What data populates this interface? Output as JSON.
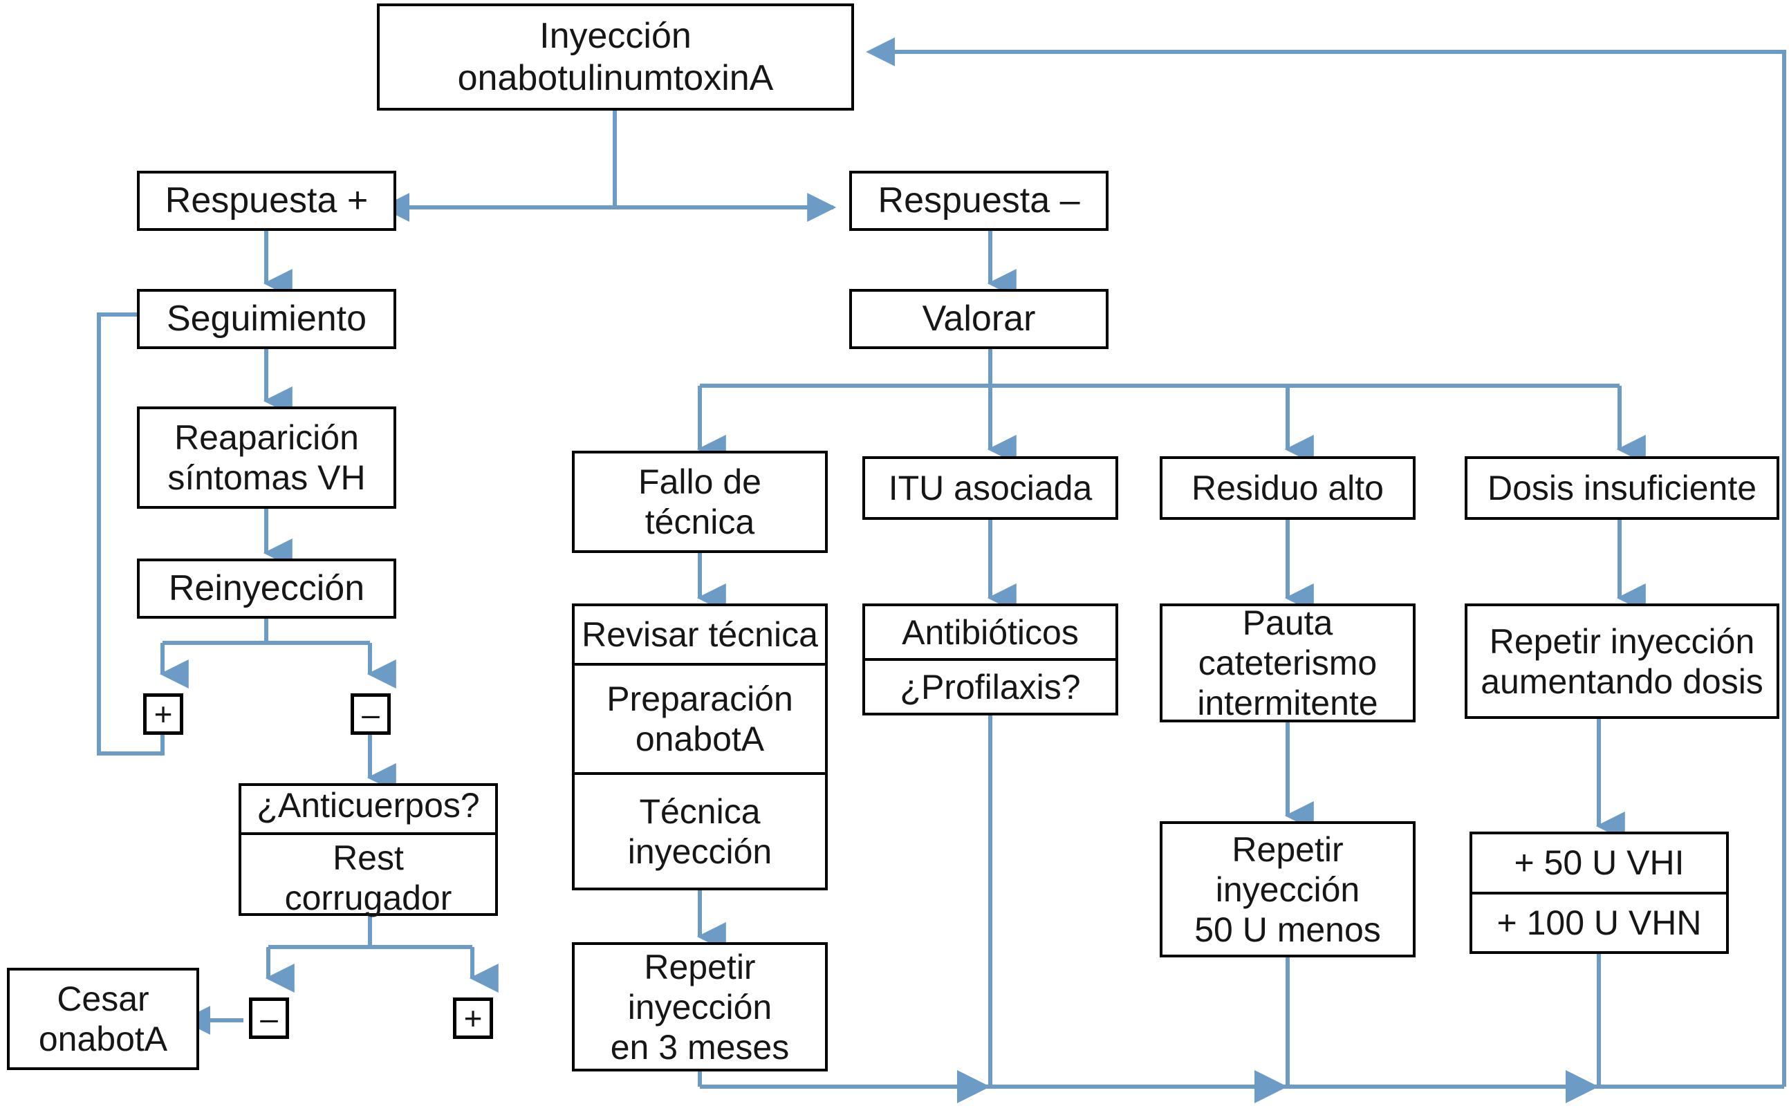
{
  "diagram": {
    "title": "Algoritmo de manejo de la inyeccion de onabotulinumtoxinA",
    "accent_color": "#6c9bc6",
    "box_border_color": "#000000",
    "text_color": "#161616",
    "background": "#ffffff"
  },
  "nodes": {
    "inyeccion": {
      "label": "Inyección\nonabotulinumtoxinA"
    },
    "respuesta_pos": {
      "label": "Respuesta +"
    },
    "respuesta_neg": {
      "label": "Respuesta –"
    },
    "seguimiento": {
      "label": "Seguimiento"
    },
    "valorar": {
      "label": "Valorar"
    },
    "reaparicion": {
      "label": "Reaparición\nsíntomas VH"
    },
    "reinyeccion": {
      "label": "Reinyección"
    },
    "sym_rein_plus": {
      "label": "+"
    },
    "sym_rein_minus": {
      "label": "–"
    },
    "anticuerpos": {
      "rows": [
        "¿Anticuerpos?",
        "Rest\ncorrugador"
      ]
    },
    "sym_anti_minus": {
      "label": "–"
    },
    "sym_anti_plus": {
      "label": "+"
    },
    "cesar": {
      "label": "Cesar\nonabotA"
    },
    "fallo_tecnica": {
      "label": "Fallo de\ntécnica"
    },
    "revisar_tecnica": {
      "rows": [
        "Revisar técnica",
        "Preparación\nonabotA",
        "Técnica\ninyección"
      ]
    },
    "repetir_3_meses": {
      "label": "Repetir\ninyección\nen 3 meses"
    },
    "itu_asociada": {
      "label": "ITU asociada"
    },
    "antibioticos": {
      "rows": [
        "Antibióticos",
        "¿Profilaxis?"
      ]
    },
    "residuo_alto": {
      "label": "Residuo alto"
    },
    "pauta_cateterismo": {
      "label": "Pauta\ncateterismo\nintermitente"
    },
    "repetir_50_menos": {
      "label": "Repetir\ninyección\n50 U menos"
    },
    "dosis_insuficiente": {
      "label": "Dosis insuficiente"
    },
    "repetir_aumentando": {
      "label": "Repetir inyección\naumentando dosis"
    },
    "dosis_units": {
      "rows": [
        "+ 50 U VHI",
        "+ 100 U VHN"
      ]
    }
  }
}
